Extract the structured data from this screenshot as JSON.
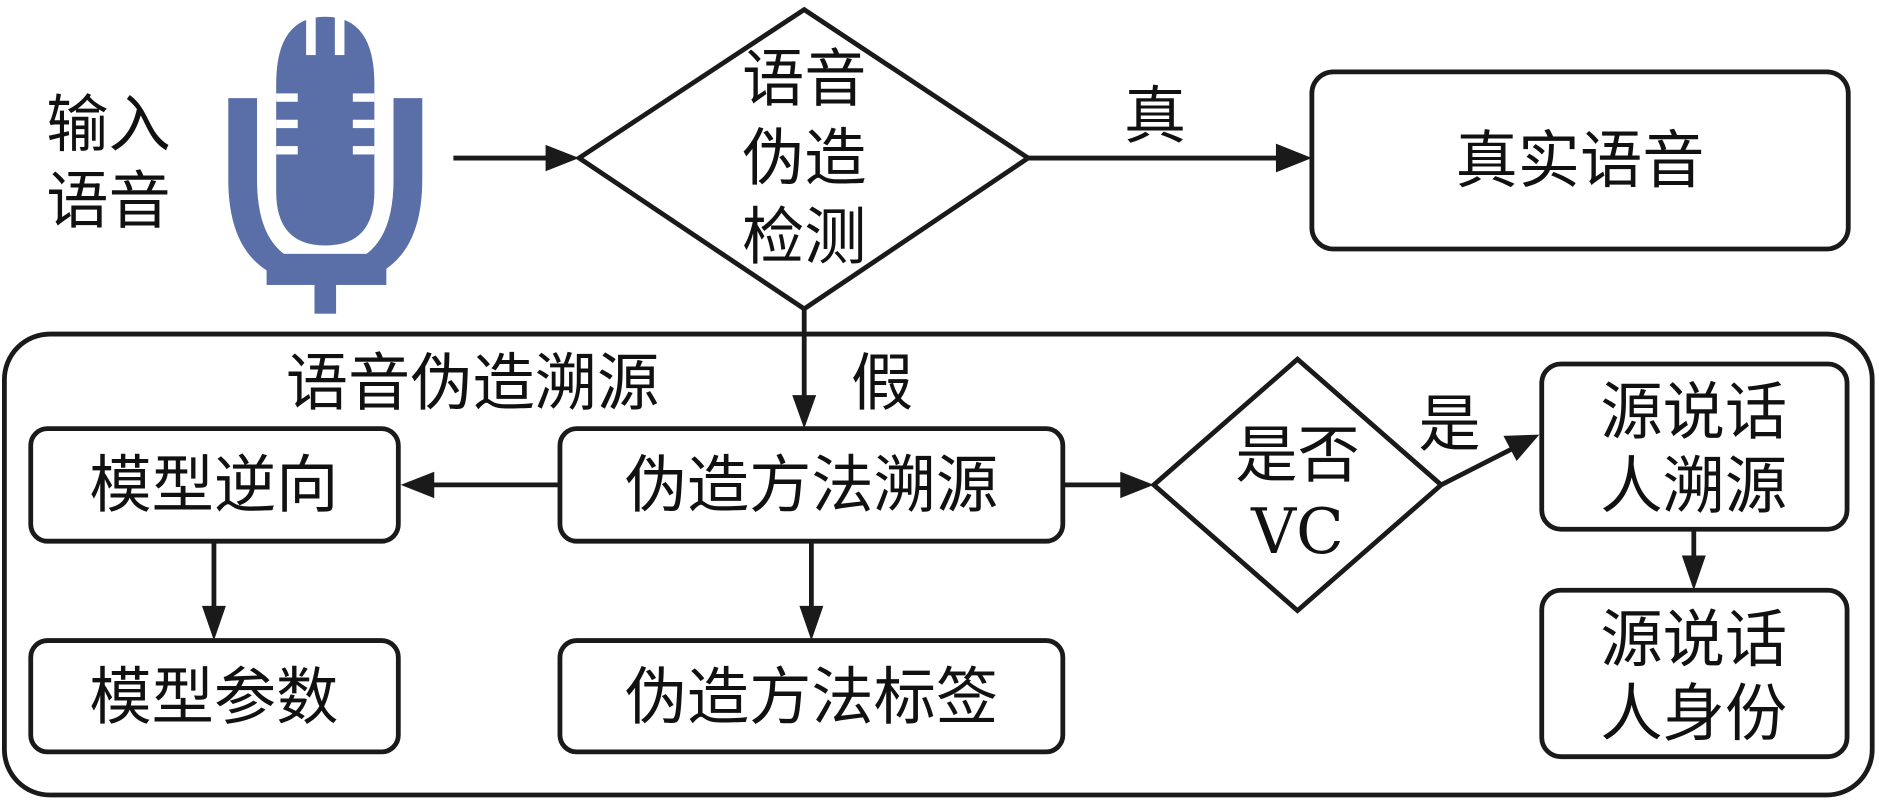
{
  "diagram": {
    "title": "语音伪造检测与溯源流程",
    "colors": {
      "line": "#1a1a1a",
      "mic_icon": "#5a6ea8",
      "background": "#ffffff"
    },
    "input": {
      "label_line1": "输入",
      "label_line2": "语音",
      "icon": "microphone-icon"
    },
    "detection": {
      "line1": "语音",
      "line2": "伪造",
      "line3": "检测"
    },
    "edge_labels": {
      "real": "真",
      "fake": "假",
      "is_vc_yes": "是"
    },
    "real_speech": "真实语音",
    "tracing_group": {
      "title": "语音伪造溯源",
      "method_tracing": "伪造方法溯源",
      "model_inversion": "模型逆向",
      "model_params": "模型参数",
      "method_label": "伪造方法标签",
      "vc_check": {
        "line1": "是否",
        "line2": "VC"
      },
      "source_speaker_tracing": {
        "line1": "源说话",
        "line2": "人溯源"
      },
      "source_speaker_identity": {
        "line1": "源说话",
        "line2": "人身份"
      }
    }
  }
}
